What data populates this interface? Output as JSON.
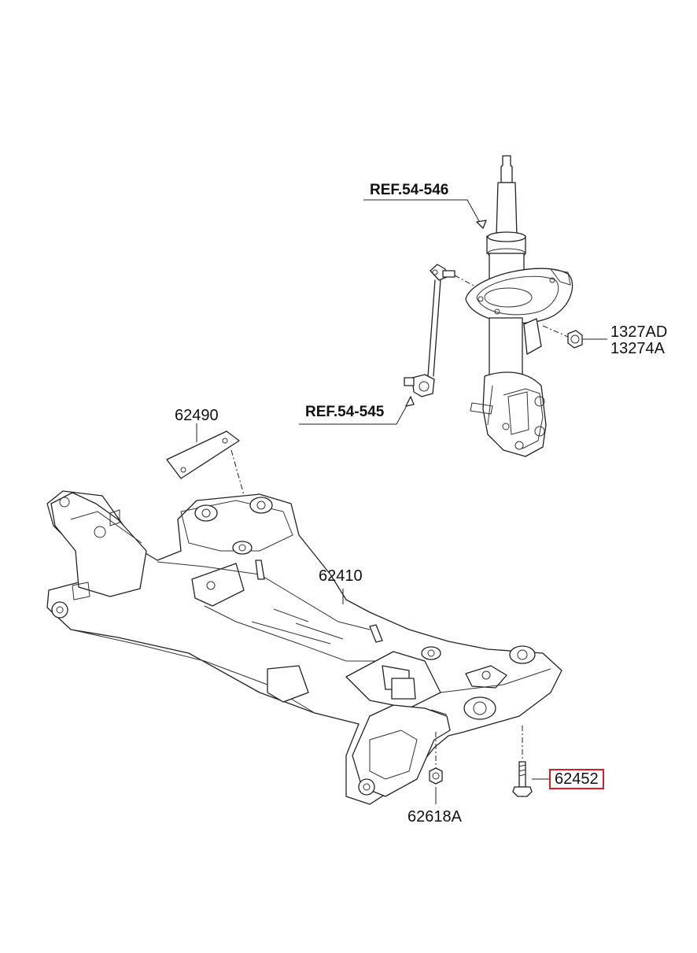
{
  "parts": {
    "ref_shock": "REF.54-546",
    "ref_link": "REF.54-545",
    "nut_a": "1327AD",
    "nut_b": "13274A",
    "bracket": "62490",
    "crossmember": "62410",
    "nut_lower": "62618A",
    "bolt_highlighted": "62452"
  },
  "colors": {
    "highlight_border": "#d42020",
    "line_art": "#222222"
  }
}
